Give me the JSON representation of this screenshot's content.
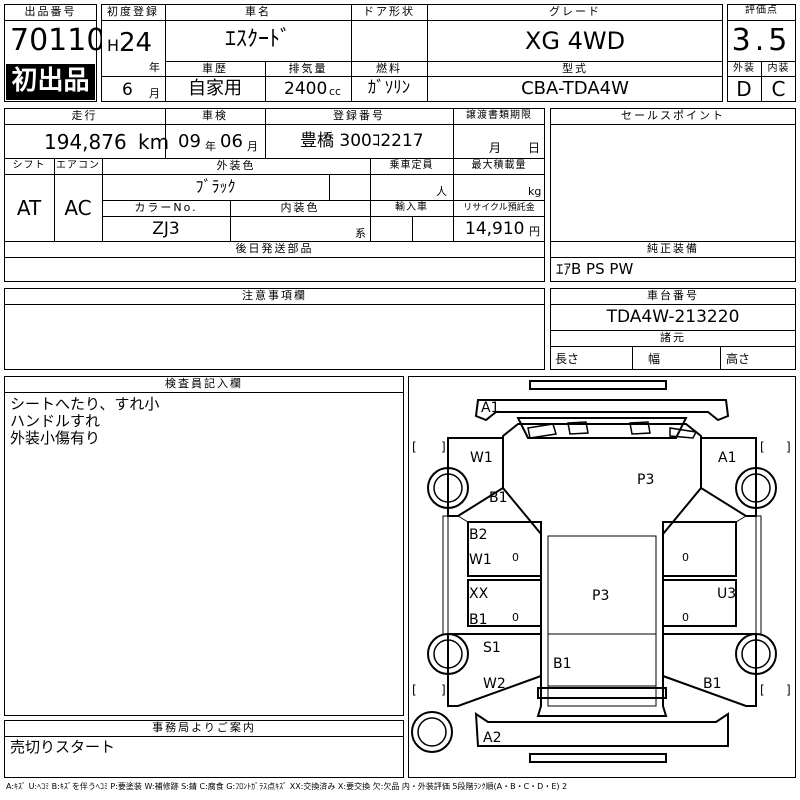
{
  "lot": {
    "label": "出品番号",
    "number": "70110",
    "badge": "初出品"
  },
  "first_reg": {
    "label": "初度登録",
    "era": "H",
    "year": "24",
    "year_unit": "年",
    "month": "6",
    "month_unit": "月"
  },
  "car_name": {
    "label": "車名",
    "value": "ｴｽｸｰﾄﾞ"
  },
  "door_type": {
    "label": "ドア形状",
    "value": ""
  },
  "grade": {
    "label": "グレード",
    "value": "XG 4WD"
  },
  "score": {
    "label": "評価点",
    "value": "3.5"
  },
  "car_history": {
    "label": "車歴",
    "value": "自家用"
  },
  "displacement": {
    "label": "排気量",
    "value": "2400",
    "unit": "cc"
  },
  "fuel": {
    "label": "燃料",
    "value": "ｶﾞｿﾘﾝ"
  },
  "model_code": {
    "label": "型式",
    "value": "CBA-TDA4W"
  },
  "exterior_score": {
    "label": "外装",
    "value": "D"
  },
  "interior_score": {
    "label": "内装",
    "value": "C"
  },
  "mileage": {
    "label": "走行",
    "value": "194,876",
    "unit": "km"
  },
  "inspection": {
    "label": "車検",
    "year": "09",
    "year_unit": "年",
    "month": "06",
    "month_unit": "月"
  },
  "registration": {
    "label": "登録番号",
    "value": "豊橋 300ｺ2217"
  },
  "transfer_docs": {
    "label": "譲渡書類期限",
    "month_unit": "月",
    "day_unit": "日"
  },
  "shift": {
    "label": "シフト",
    "value": "AT"
  },
  "aircon": {
    "label": "エアコン",
    "value": "AC"
  },
  "exterior_color": {
    "label": "外装色",
    "value": "ﾌﾞﾗｯｸ"
  },
  "capacity": {
    "label": "乗車定員",
    "unit": "人"
  },
  "max_load": {
    "label": "最大積載量",
    "unit": "kg"
  },
  "color_no": {
    "label": "カラーNo.",
    "value": "ZJ3"
  },
  "interior_color": {
    "label": "内装色",
    "unit": "系"
  },
  "import": {
    "label": "輸入車"
  },
  "recycle": {
    "label": "リサイクル預託金",
    "value": "14,910",
    "unit": "円"
  },
  "sales_points": {
    "label": "セールスポイント"
  },
  "later_parts": {
    "label": "後日発送部品"
  },
  "equipment": {
    "label": "純正装備",
    "value": "ｴｱB PS PW"
  },
  "notes_header": {
    "label": "注意事項欄"
  },
  "chassis": {
    "label": "車台番号",
    "value": "TDA4W-213220"
  },
  "dimensions": {
    "label": "諸元",
    "length": "長さ",
    "width": "幅",
    "height": "高さ"
  },
  "inspector": {
    "label": "検査員記入欄",
    "lines": [
      "シートへたり、すれ小",
      "ハンドルすれ",
      "外装小傷有り"
    ]
  },
  "office": {
    "label": "事務局よりご案内",
    "text": "売切りスタート"
  },
  "diagram": {
    "labels": {
      "front_bumper": "A1",
      "left_front_wheel": "W1",
      "right_front_fender": "A1",
      "roof": "P3",
      "left_front_fender": "B1",
      "left_front_door": "B2",
      "left_front_door_w": "W1",
      "left_front_door_zero": "0",
      "right_front_door_zero": "0",
      "left_rear_door": "XX",
      "left_rear_door_b": "B1",
      "left_rear_door_zero": "0",
      "right_rear_door_zero": "0",
      "rear_roof": "P3",
      "right_rear_door": "U3",
      "left_sill": "S1",
      "rear_hatch": "B1",
      "left_rear_wheel": "W2",
      "right_rear_quarter": "B1",
      "rear_bumper": "A2"
    },
    "brackets": [
      "[",
      "]",
      "[",
      "]",
      "[",
      "]",
      "[",
      "]"
    ]
  },
  "legend": "A:ｷｽﾞ U:ﾍｺﾐ B:ｷｽﾞを伴うﾍｺﾐ P:要塗装 W:補修跡 S:錆 C:腐食 G:ﾌﾛﾝﾄｶﾞﾗｽ点ｷｽﾞ XX:交換済み X:要交換 欠:欠品 内・外装評価 5段階ﾗﾝｸ順(A・B・C・D・E) 2"
}
